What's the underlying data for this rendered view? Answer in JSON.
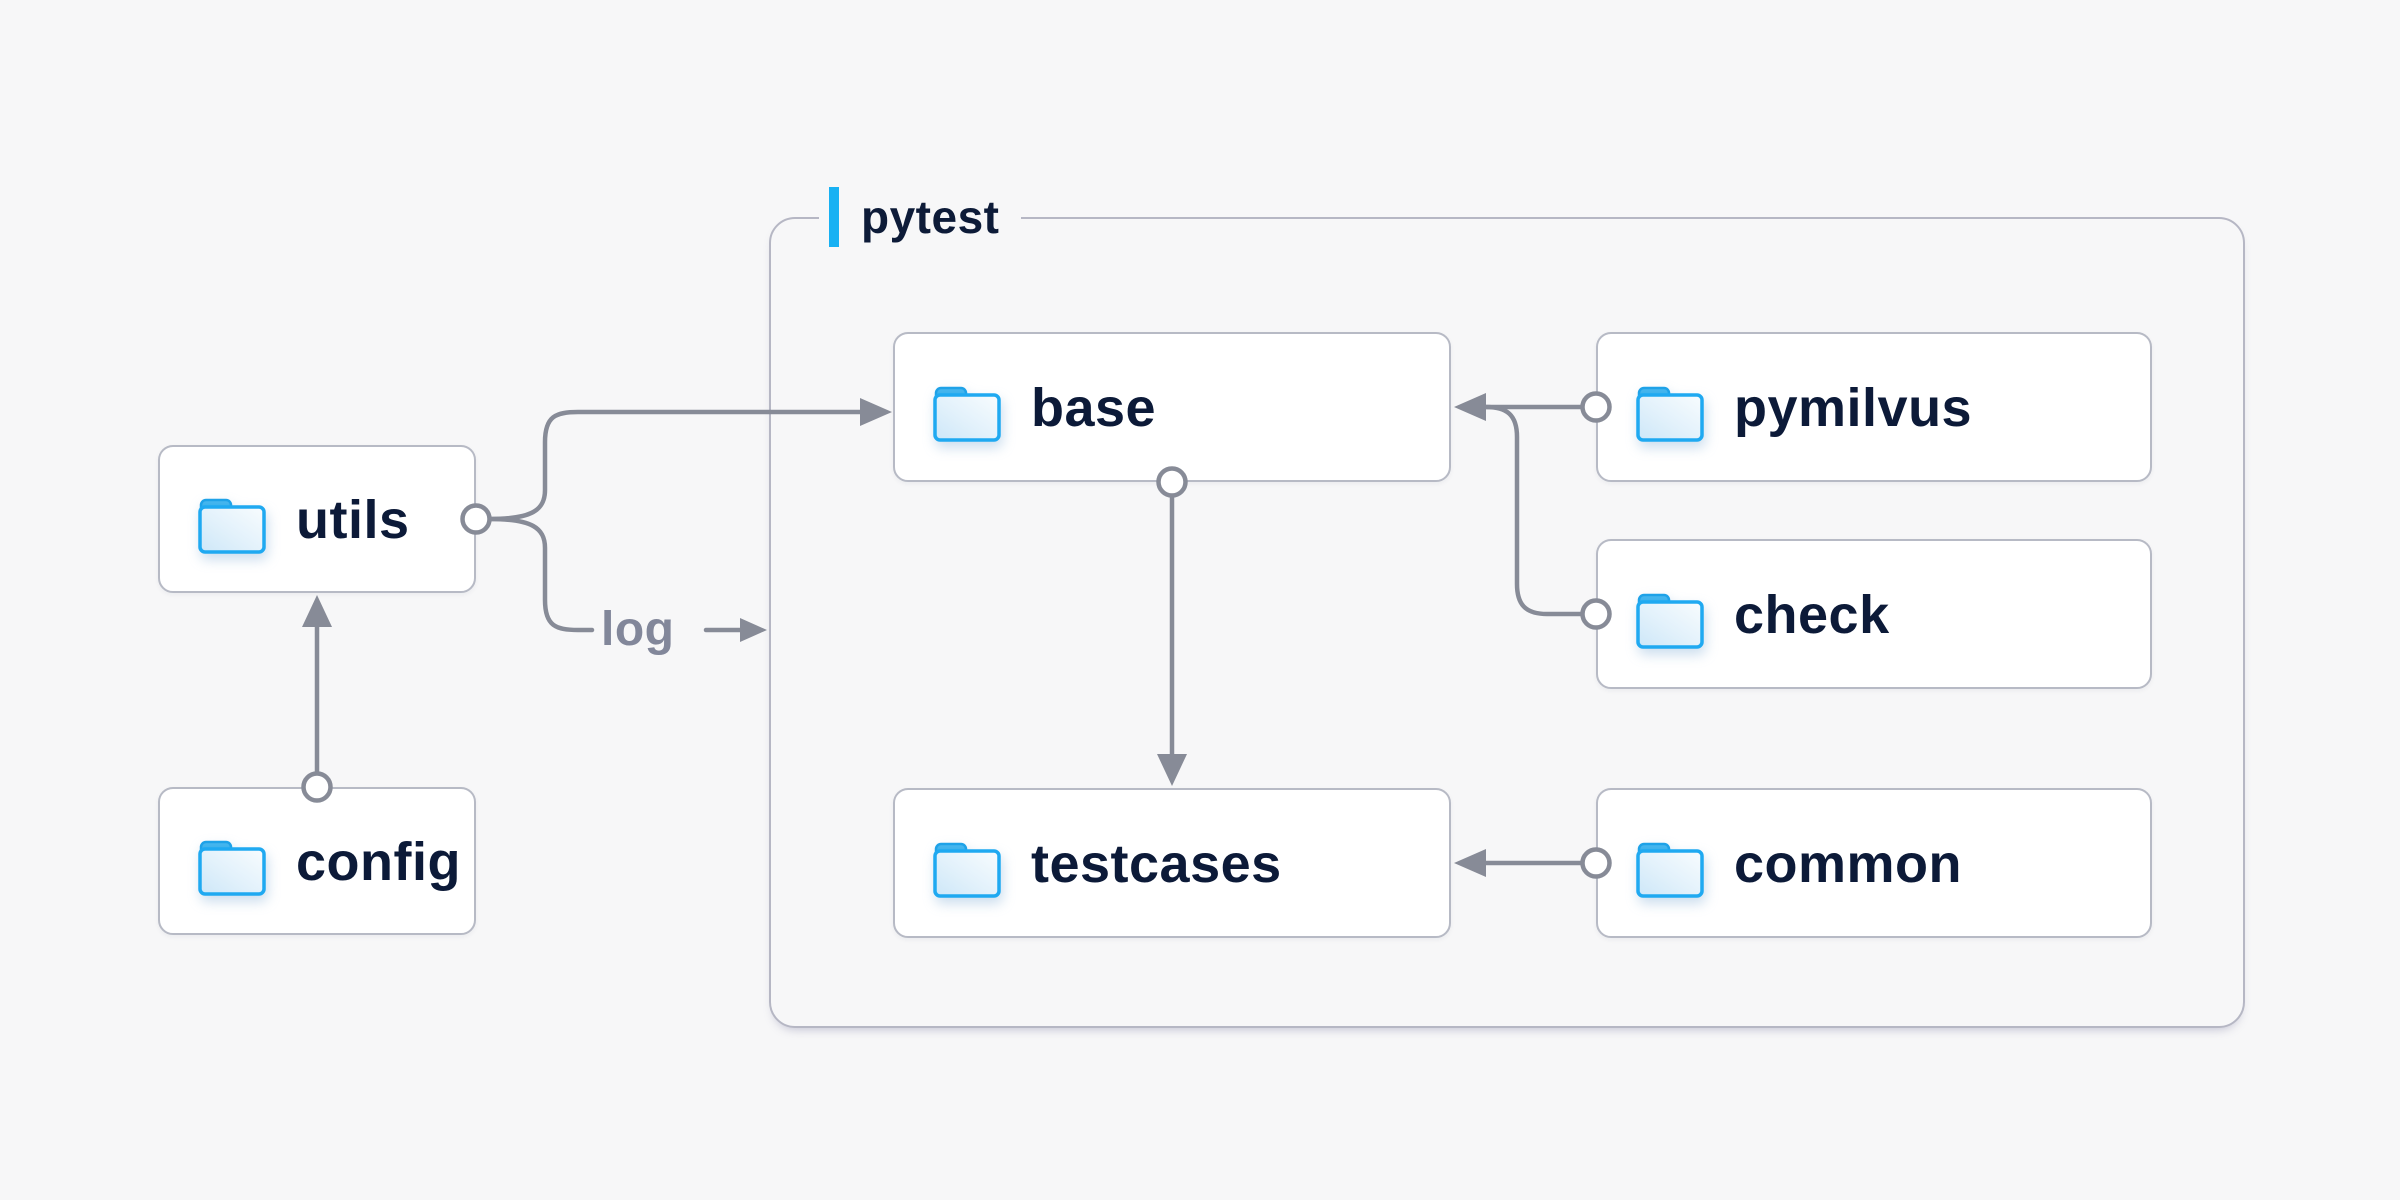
{
  "diagram": {
    "type": "folder-dependency-diagram",
    "background_color": "#f7f7f8",
    "accent_color": "#18b1f3",
    "line_color": "#878b97",
    "text_color": "#0c1a38",
    "container": {
      "label": "pytest"
    },
    "nodes": [
      {
        "id": "utils",
        "label": "utils",
        "icon": "folder-icon",
        "inside_container": false
      },
      {
        "id": "config",
        "label": "config",
        "icon": "folder-icon",
        "inside_container": false
      },
      {
        "id": "base",
        "label": "base",
        "icon": "folder-icon",
        "inside_container": true
      },
      {
        "id": "pymilvus",
        "label": "pymilvus",
        "icon": "folder-icon",
        "inside_container": true
      },
      {
        "id": "check",
        "label": "check",
        "icon": "folder-icon",
        "inside_container": true
      },
      {
        "id": "testcases",
        "label": "testcases",
        "icon": "folder-icon",
        "inside_container": true
      },
      {
        "id": "common",
        "label": "common",
        "icon": "folder-icon",
        "inside_container": true
      }
    ],
    "edges": [
      {
        "from": "config",
        "to": "utils",
        "label": ""
      },
      {
        "from": "utils",
        "to": "base",
        "label": ""
      },
      {
        "from": "utils",
        "to": "pytest-container",
        "label": "log"
      },
      {
        "from": "pymilvus",
        "to": "base",
        "label": ""
      },
      {
        "from": "check",
        "to": "base",
        "label": ""
      },
      {
        "from": "base",
        "to": "testcases",
        "label": ""
      },
      {
        "from": "common",
        "to": "testcases",
        "label": ""
      }
    ]
  }
}
